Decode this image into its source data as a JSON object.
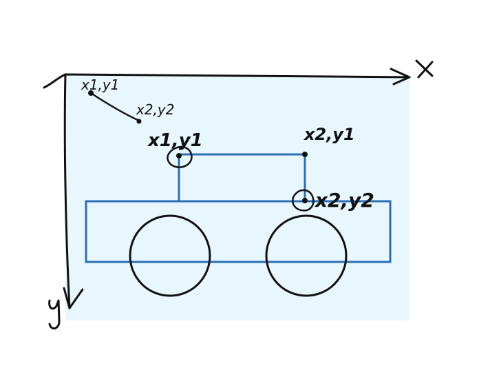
{
  "axes": {
    "x_label": "x",
    "y_label": "y"
  },
  "line_example": {
    "p1_label": "x1,y1",
    "p2_label": "x2,y2"
  },
  "rect_example": {
    "corner_top_left_label": "x1,y1",
    "corner_top_right_label": "x2,y1",
    "corner_bottom_right_label": "x2,y2"
  },
  "colors": {
    "canvas": "#e8f7fd",
    "shape_stroke": "#2a6fb5",
    "ink": "#111111"
  }
}
